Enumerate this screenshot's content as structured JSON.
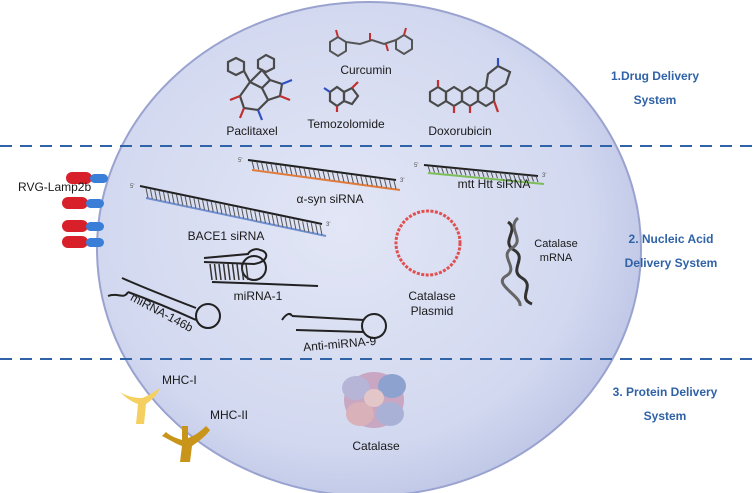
{
  "sections": [
    {
      "line1": "1.Drug Delivery",
      "line2": "System"
    },
    {
      "line1": "2. Nucleic Acid",
      "line2": "Delivery System"
    },
    {
      "line1": "3. Protein Delivery",
      "line2": "System"
    }
  ],
  "drugs": {
    "curcumin": "Curcumin",
    "paclitaxel": "Paclitaxel",
    "temozolomide": "Temozolomide",
    "doxorubicin": "Doxorubicin"
  },
  "nucleic": {
    "rvg": "RVG-Lamp2b",
    "asyn": "α-syn  siRNA",
    "htt": "mtt Htt  siRNA",
    "bace1": "BACE1 siRNA",
    "catalase_mrna_1": "Catalase",
    "catalase_mrna_2": "mRNA",
    "plasmid_1": "Catalase",
    "plasmid_2": "Plasmid",
    "mirna1": "miRNA-1",
    "mirna146b": "miRNA-146b",
    "antimirna9": "Anti-miRNA-9",
    "end_5": "5'",
    "end_3": "3'"
  },
  "protein": {
    "mhc1": "MHC-I",
    "mhc2": "MHC-II",
    "catalase": "Catalase"
  },
  "colors": {
    "vesicle_fill": "#d4d9f0",
    "vesicle_stroke": "#9aa3cf",
    "divider": "#2f62a6",
    "section_text": "#2f62a6",
    "asyn_strand": "#e07b3c",
    "htt_strand": "#7cbd5a",
    "bace1_strand": "#6f8fd0",
    "plasmid": "#e05050",
    "mhc1": "#f5d060",
    "mhc2": "#c8951a",
    "rvg_red": "#d8202a",
    "rvg_blue": "#3a7ed8"
  }
}
